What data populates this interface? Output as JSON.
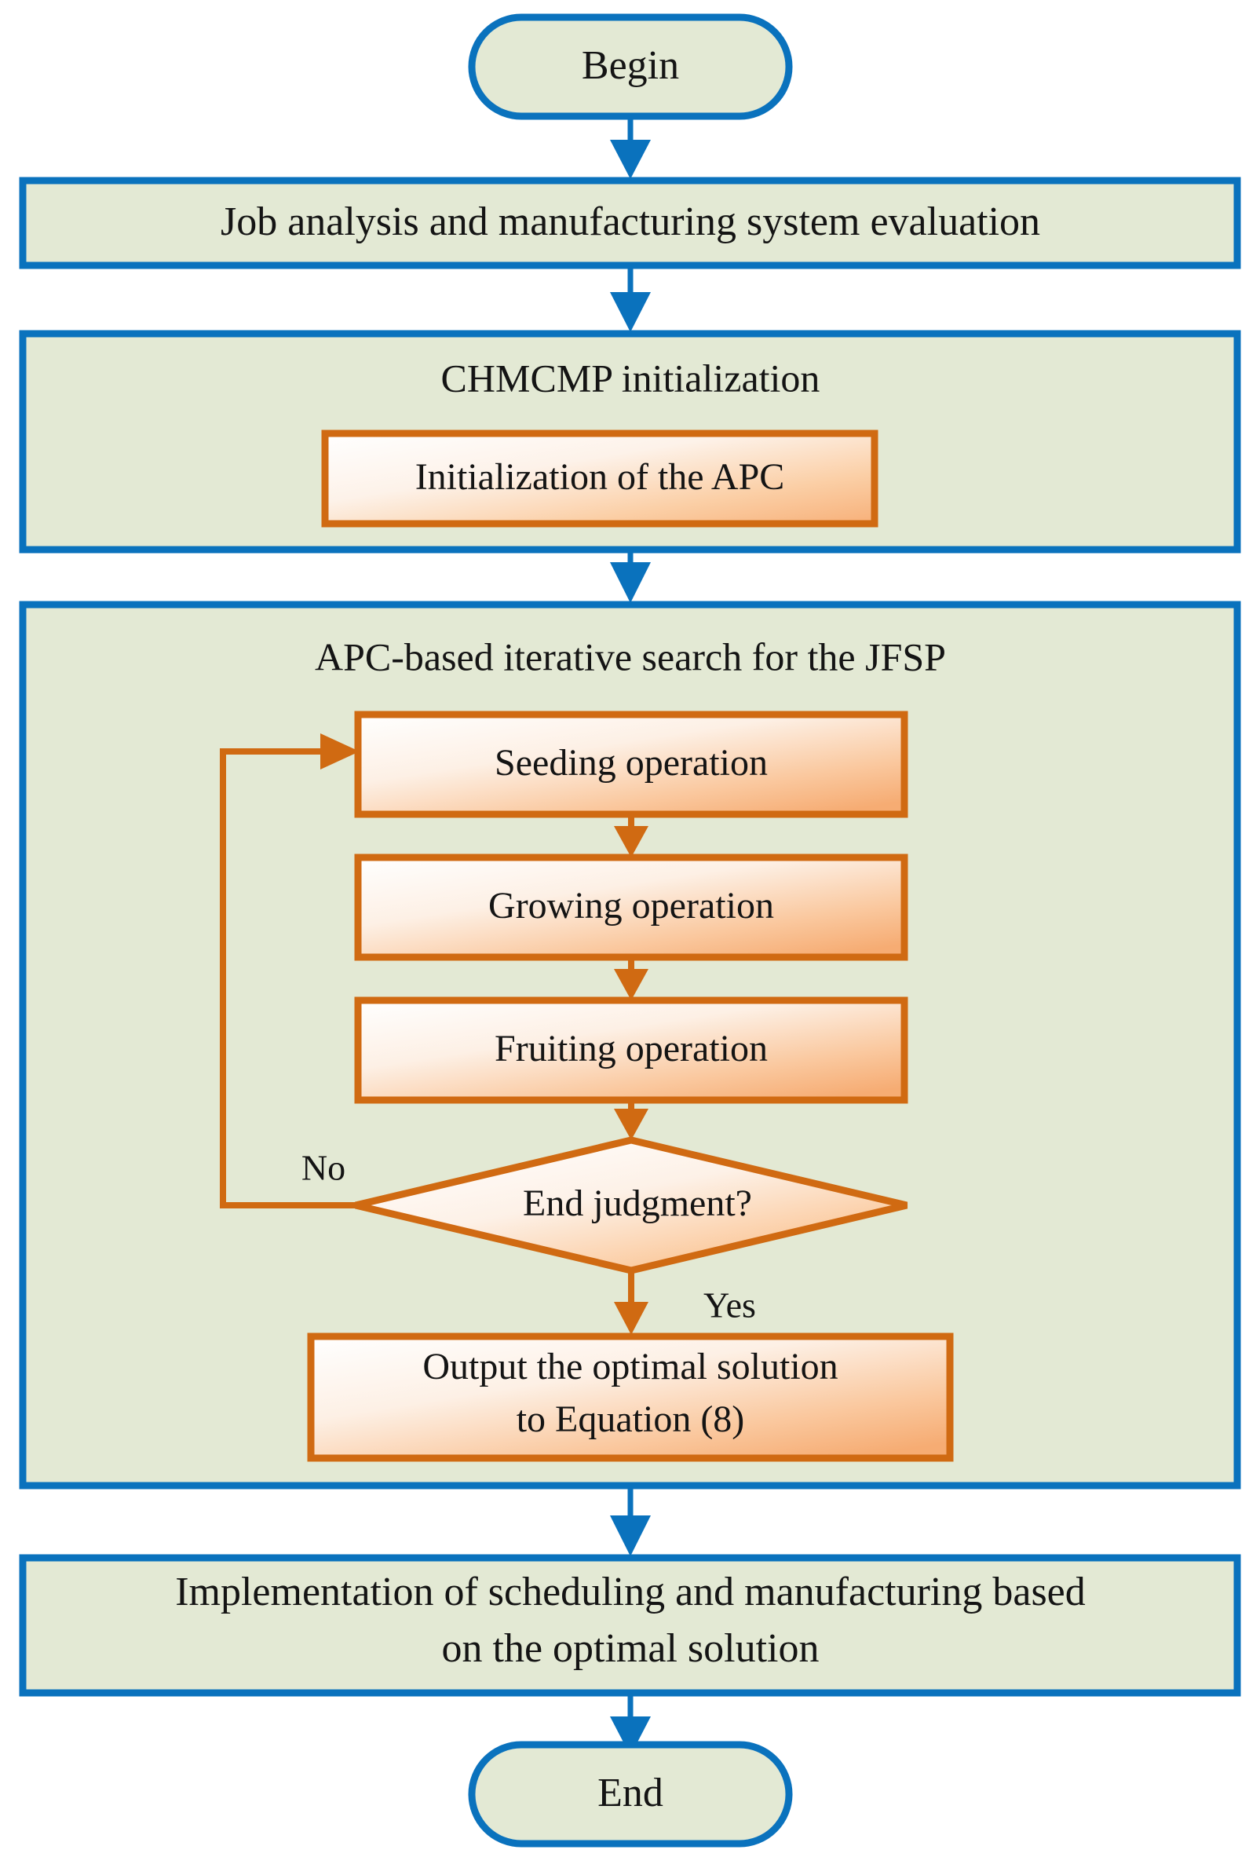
{
  "diagram": {
    "title": "CHMCMP / APC job-shop scheduling flowchart",
    "colors": {
      "outer_border": "#0a72bd",
      "outer_fill": "#e3e9d4",
      "inner_border": "#d06a12",
      "inner_fill_start": "#ffffff",
      "inner_fill_end": "#f7b079",
      "text": "#141414",
      "page_background": "#ffffff"
    },
    "nodes": {
      "begin": {
        "label": "Begin",
        "shape": "terminator"
      },
      "job_analysis": {
        "label": "Job analysis and manufacturing system evaluation",
        "shape": "process"
      },
      "chmcmp_init": {
        "label": "CHMCMP initialization",
        "shape": "container"
      },
      "apc_init": {
        "label": "Initialization of the APC",
        "shape": "process"
      },
      "apc_search": {
        "label": "APC-based iterative search for the JFSP",
        "shape": "container"
      },
      "seeding": {
        "label": "Seeding operation",
        "shape": "process"
      },
      "growing": {
        "label": "Growing operation",
        "shape": "process"
      },
      "fruiting": {
        "label": "Fruiting operation",
        "shape": "process"
      },
      "end_judgment": {
        "label": "End judgment?",
        "shape": "decision"
      },
      "output_solution_line1": {
        "label": "Output the optimal solution",
        "shape": "process"
      },
      "output_solution_line2": {
        "label": "to Equation (8)",
        "shape": "process"
      },
      "implementation_line1": {
        "label": "Implementation of scheduling and manufacturing based",
        "shape": "process"
      },
      "implementation_line2": {
        "label": "on the optimal solution",
        "shape": "process"
      },
      "end": {
        "label": "End",
        "shape": "terminator"
      }
    },
    "edge_labels": {
      "no": "No",
      "yes": "Yes"
    }
  }
}
